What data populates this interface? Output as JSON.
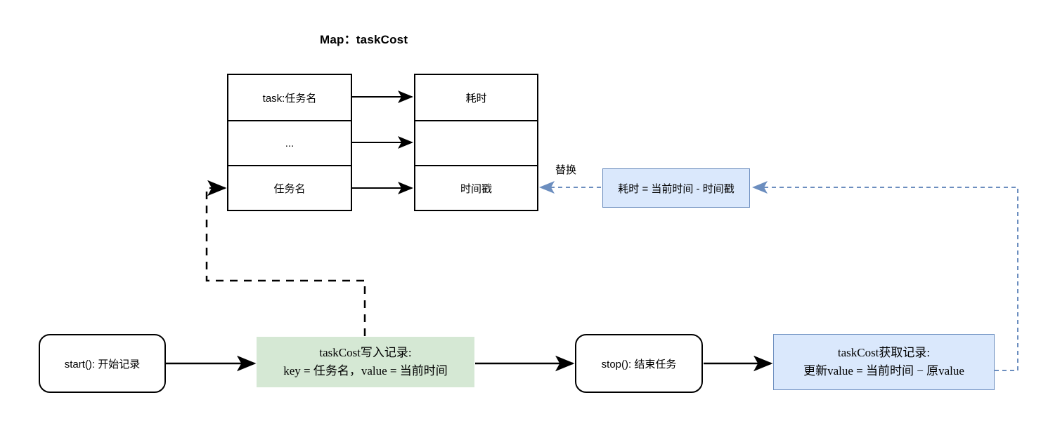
{
  "title": "Map：taskCost",
  "colors": {
    "green_fill": "#d5e8d4",
    "blue_fill": "#dae8fc",
    "blue_stroke": "#6c8ebf",
    "black": "#000000"
  },
  "map_table": {
    "key_column": [
      {
        "label": "task:任务名"
      },
      {
        "label": "..."
      },
      {
        "label": "任务名"
      }
    ],
    "value_column": [
      {
        "label": "耗时"
      },
      {
        "label": ""
      },
      {
        "label": "时间戳"
      }
    ]
  },
  "notes": {
    "replace_label": "替换",
    "calc": "耗时 = 当前时间 - 时间戳",
    "write": {
      "line1": "taskCost写入记录:",
      "line2": "key = 任务名，value = 当前时间"
    },
    "read": {
      "line1": "taskCost获取记录:",
      "line2": "更新value = 当前时间 − 原value"
    }
  },
  "flow": {
    "start": "start(): 开始记录",
    "stop": "stop(): 结束任务"
  }
}
